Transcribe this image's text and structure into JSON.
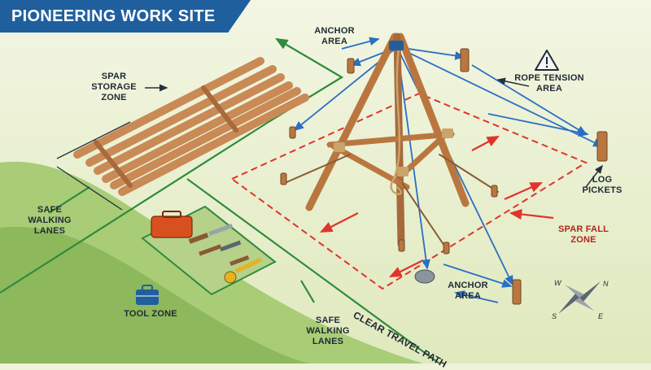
{
  "title": "PIONEERING WORK SITE",
  "labels": {
    "anchor_area_top": [
      "ANCHOR",
      "AREA"
    ],
    "spar_storage": [
      "SPAR",
      "STORAGE",
      "ZONE"
    ],
    "rope_tension": [
      "ROPE TENSION",
      "AREA"
    ],
    "log_pickets": [
      "LOG",
      "PICKETS"
    ],
    "spar_fall": [
      "SPAR FALL",
      "ZONE"
    ],
    "anchor_area_bottom": [
      "ANCHOR",
      "AREA"
    ],
    "safe_lanes_left": [
      "SAFE",
      "WALKING",
      "LANES"
    ],
    "safe_lanes_bottom": [
      "SAFE",
      "WALKING",
      "LANES"
    ],
    "tool_zone": "TOOL ZONE",
    "clear_path": "CLEAR TRAVEL PATH"
  },
  "compass": {
    "n": "N",
    "e": "E",
    "s": "S",
    "w": "W"
  },
  "colors": {
    "banner": "#1f5f9e",
    "rope_arrow": "#2a6fc4",
    "fall_zone": "#e0342b",
    "lane": "#2e8b3c",
    "wood": "#c98a55",
    "grass": "#9fc46a"
  },
  "icons": [
    "warning-icon",
    "toolbox-icon",
    "compass-rose-icon"
  ]
}
